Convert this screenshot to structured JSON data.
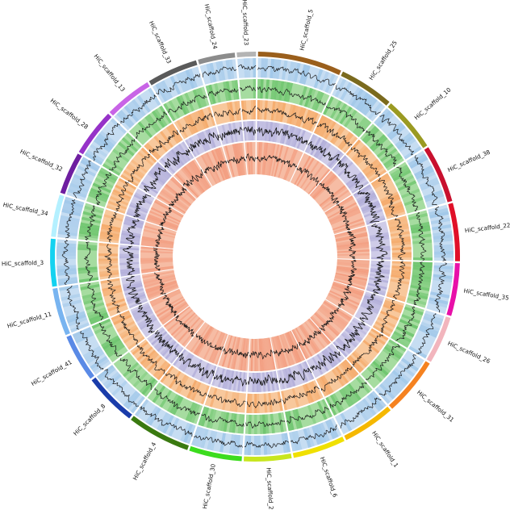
{
  "chart_data": {
    "type": "circos",
    "title": "",
    "scaffolds": [
      {
        "label": "HiC_scaffold_5",
        "color": "#9a5f1c",
        "size": 0.08
      },
      {
        "label": "HiC_scaffold_25",
        "color": "#7a6a1e",
        "size": 0.052
      },
      {
        "label": "HiC_scaffold_10",
        "color": "#9a9a22",
        "size": 0.052
      },
      {
        "label": "HiC_scaffold_38",
        "color": "#c8102e",
        "size": 0.055
      },
      {
        "label": "HiC_scaffold_22",
        "color": "#e01028",
        "size": 0.055
      },
      {
        "label": "HiC_scaffold_35",
        "color": "#e810a8",
        "size": 0.05
      },
      {
        "label": "HiC_scaffold_26",
        "color": "#f2b5bd",
        "size": 0.045
      },
      {
        "label": "HiC_scaffold_31",
        "color": "#f58220",
        "size": 0.055
      },
      {
        "label": "HiC_scaffold_1",
        "color": "#f5b800",
        "size": 0.05
      },
      {
        "label": "HiC_scaffold_6",
        "color": "#f0e000",
        "size": 0.05
      },
      {
        "label": "HiC_scaffold_21",
        "color": "#c8e61e",
        "size": 0.045
      },
      {
        "label": "HiC_scaffold_30",
        "color": "#3cdc1e",
        "size": 0.05
      },
      {
        "label": "HiC_scaffold_4",
        "color": "#3a7a10",
        "size": 0.06
      },
      {
        "label": "HiC_scaffold_8",
        "color": "#1a3caa",
        "size": 0.05
      },
      {
        "label": "HiC_scaffold_41",
        "color": "#5a8ae6",
        "size": 0.045
      },
      {
        "label": "HiC_scaffold_11",
        "color": "#78b4f0",
        "size": 0.045
      },
      {
        "label": "HiC_scaffold_3",
        "color": "#14d2f0",
        "size": 0.045
      },
      {
        "label": "HiC_scaffold_34",
        "color": "#b4f0ff",
        "size": 0.04
      },
      {
        "label": "HiC_scaffold_32",
        "color": "#6e1ea0",
        "size": 0.04
      },
      {
        "label": "HiC_scaffold_28",
        "color": "#9632c8",
        "size": 0.045
      },
      {
        "label": "HiC_scaffold_13",
        "color": "#c864e6",
        "size": 0.045
      },
      {
        "label": "HiC_scaffold_33",
        "color": "#5a5a5a",
        "size": 0.048
      },
      {
        "label": "HiC_scaffold_24",
        "color": "#8c8c8c",
        "size": 0.035
      },
      {
        "label": "HiC_scaffold_23",
        "color": "#b4b4b4",
        "size": 0.018
      }
    ],
    "tracks": [
      {
        "name": "",
        "fill": "#9ec6e8",
        "fill_alt": "#c6ddf2",
        "line": "#1a1a1a"
      },
      {
        "name": "",
        "fill": "#6cc46c",
        "fill_alt": "#a6dca0",
        "line": "#1a1a1a"
      },
      {
        "name": "",
        "fill": "#f4a868",
        "fill_alt": "#f8c89c",
        "line": "#1a1a1a"
      },
      {
        "name": "",
        "fill": "#b0acd8",
        "fill_alt": "#cfcce8",
        "line": "#1a1a1a"
      },
      {
        "name": "",
        "fill": "#f29a7c",
        "fill_alt": "#f6bca4",
        "line": "#1a1a1a"
      }
    ],
    "grid": false,
    "legend": "none"
  }
}
